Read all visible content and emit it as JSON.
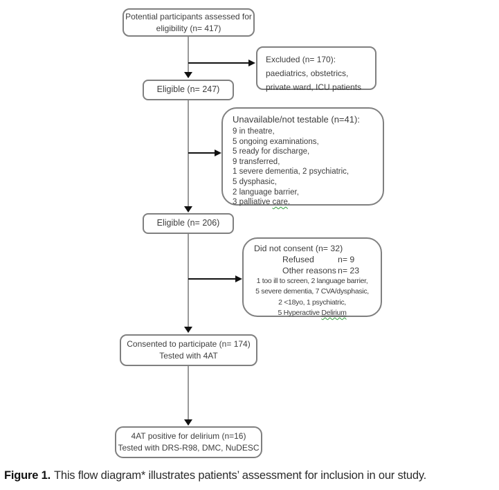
{
  "colors": {
    "box_border": "#7f7f7f",
    "connector_gray": "#999999",
    "arrow_black": "#111111",
    "squiggle_green": "#2e9e3a",
    "text": "#3d3d3d"
  },
  "flowchart": {
    "potential": {
      "lines": [
        "Potential participants assessed for",
        "eligibility (n= 417)"
      ]
    },
    "excluded": {
      "lines": [
        "Excluded (n= 170):",
        "paediatrics, obstetrics,",
        "private ward, ICU patients"
      ]
    },
    "eligible_247": {
      "label": "Eligible (n= 247)"
    },
    "unavailable": {
      "title": "Unavailable/not testable (n=41):",
      "items": [
        "9 in theatre,",
        "5 ongoing examinations,",
        "5 ready for discharge,",
        "9 transferred,",
        "1 severe dementia, 2 psychiatric,",
        "5 dysphasic,",
        "2 language barrier,"
      ],
      "last_item_prefix": "3 palliative ",
      "last_item_wavy": "care",
      "last_item_suffix": "."
    },
    "eligible_206": {
      "label": "Eligible (n= 206)"
    },
    "did_not_consent": {
      "title": "Did not consent (n= 32)",
      "refused_label": "Refused",
      "refused_value": "n= 9",
      "other_label": "Other reasons",
      "other_value": "n= 23",
      "details": [
        "1 too ill to screen, 2 language barrier,",
        "5 severe dementia, 7 CVA/dysphasic,",
        "2 <18yo, 1 psychiatric,"
      ],
      "last_detail_prefix": "5 Hyperactive ",
      "last_detail_underlined": "Delirium"
    },
    "consented": {
      "lines": [
        "Consented to participate (n= 174)",
        "Tested with 4AT"
      ]
    },
    "positive": {
      "lines": [
        "4AT positive for delirium (n=16)",
        "Tested with DRS-R98, DMC, NuDESC"
      ]
    }
  },
  "caption": {
    "label": "Figure 1.",
    "text": "This flow diagram* illustrates patients’ assessment for inclusion in our study."
  }
}
